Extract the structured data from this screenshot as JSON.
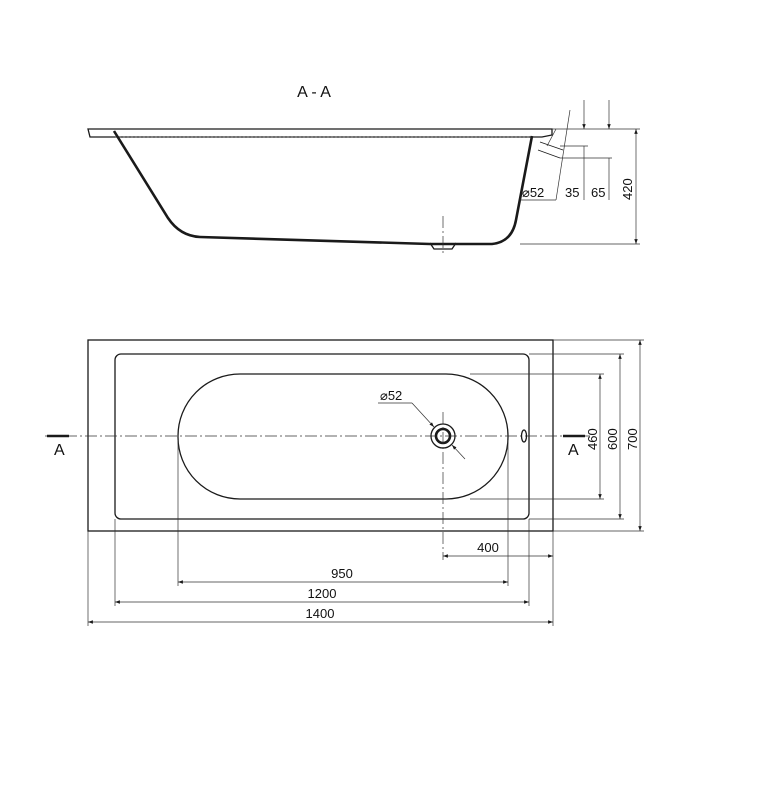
{
  "section_view": {
    "title": "A - A",
    "dims": {
      "outlet_diameter": "⌀52",
      "d35": "35",
      "d65": "65",
      "depth": "420"
    }
  },
  "plan_view": {
    "section_marker_left": "A",
    "section_marker_right": "A",
    "dims": {
      "drain_diameter": "⌀52",
      "w460": "460",
      "w600": "600",
      "w700": "700",
      "l400": "400",
      "l950": "950",
      "l1200": "1200",
      "l1400": "1400"
    }
  }
}
